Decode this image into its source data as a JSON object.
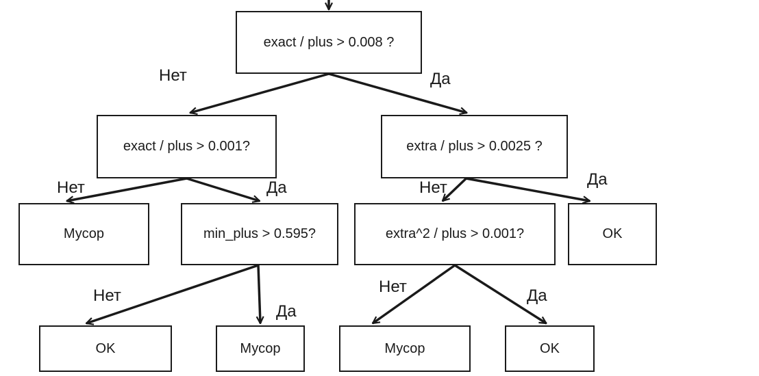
{
  "nodes": [
    {
      "id": "root",
      "text": "exact / plus > 0.008 ?"
    },
    {
      "id": "l",
      "text": "exact / plus > 0.001?"
    },
    {
      "id": "r",
      "text": "extra / plus > 0.0025 ?"
    },
    {
      "id": "ll",
      "text": "Мусор"
    },
    {
      "id": "lr",
      "text": "min_plus > 0.595?"
    },
    {
      "id": "rl",
      "text": "extra^2 / plus > 0.001?"
    },
    {
      "id": "rr",
      "text": "OK"
    },
    {
      "id": "lrl",
      "text": "OK"
    },
    {
      "id": "lrr",
      "text": "Мусор"
    },
    {
      "id": "rll",
      "text": "Мусор"
    },
    {
      "id": "rlr",
      "text": "OK"
    }
  ],
  "edges": [
    {
      "from": "root",
      "to": "l",
      "label": "Нет"
    },
    {
      "from": "root",
      "to": "r",
      "label": "Да"
    },
    {
      "from": "l",
      "to": "ll",
      "label": "Нет"
    },
    {
      "from": "l",
      "to": "lr",
      "label": "Да"
    },
    {
      "from": "r",
      "to": "rl",
      "label": "Нет"
    },
    {
      "from": "r",
      "to": "rr",
      "label": "Да"
    },
    {
      "from": "lr",
      "to": "lrl",
      "label": "Нет"
    },
    {
      "from": "lr",
      "to": "lrr",
      "label": "Да"
    },
    {
      "from": "rl",
      "to": "rll",
      "label": "Нет"
    },
    {
      "from": "rl",
      "to": "rlr",
      "label": "Да"
    }
  ],
  "colors": {
    "stroke": "#1a1a1a",
    "background": "#ffffff"
  }
}
